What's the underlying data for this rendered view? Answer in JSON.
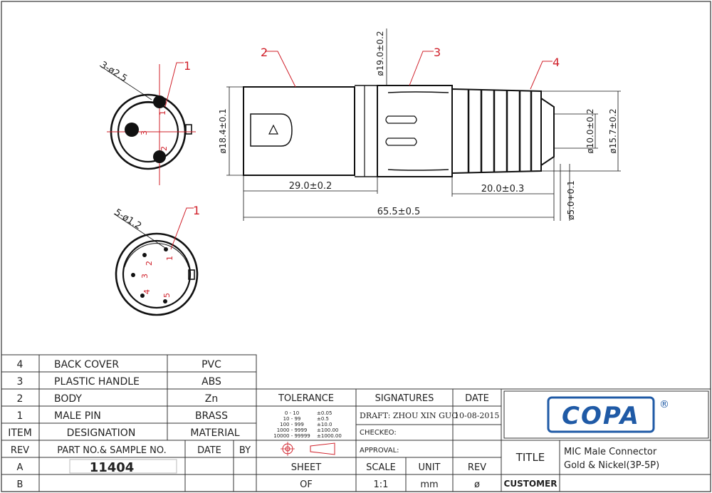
{
  "views": {
    "front_3p": {
      "pin_dia_label": "3-ø2.5",
      "callout": "1",
      "pin_labels": [
        "1",
        "2",
        "3"
      ]
    },
    "front_5p": {
      "pin_dia_label": "5-ø1.2",
      "callout": "1",
      "pin_labels": [
        "1",
        "2",
        "3",
        "4",
        "5"
      ]
    },
    "side": {
      "callouts": [
        "2",
        "3",
        "4"
      ],
      "dims": {
        "body_dia": "ø18.4±0.1",
        "handle_dia": "ø19.0±0.2",
        "cover_inner_dia": "ø10.0±0.2",
        "cover_outer_dia": "ø15.7±0.2",
        "body_len": "29.0±0.2",
        "cover_len": "20.0±0.3",
        "total_len": "65.5±0.5",
        "cable_dia": "ø5.0+0.1"
      }
    }
  },
  "bom": [
    {
      "item": "4",
      "designation": "BACK COVER",
      "material": "PVC"
    },
    {
      "item": "3",
      "designation": "PLASTIC HANDLE",
      "material": "ABS"
    },
    {
      "item": "2",
      "designation": "BODY",
      "material": "Zn"
    },
    {
      "item": "1",
      "designation": "MALE PIN",
      "material": "BRASS"
    }
  ],
  "bom_header": {
    "item": "ITEM",
    "designation": "DESIGNATION",
    "material": "MATERIAL"
  },
  "rev_header": {
    "rev": "REV",
    "part": "PART NO.& SAMPLE NO.",
    "date": "DATE",
    "by": "BY"
  },
  "rev_row": {
    "rev": "A",
    "part": "11404"
  },
  "rev_row_b": {
    "rev": "B"
  },
  "tolerance": {
    "title": "TOLERANCE",
    "rows": [
      {
        "range": "0 - 10",
        "tol": "±0.05"
      },
      {
        "range": "10 - 99",
        "tol": "±0.5"
      },
      {
        "range": "100 - 999",
        "tol": "±10.0"
      },
      {
        "range": "1000 - 9999",
        "tol": "±100.00"
      },
      {
        "range": "10000 - 99999",
        "tol": "±1000.00"
      }
    ]
  },
  "signatures": {
    "title": "SIGNATURES",
    "date_title": "DATE",
    "draft": "DRAFT: ZHOU XIN GUO",
    "draft_date": "10-08-2015",
    "checked": "CHECKEO:",
    "approval": "APPROVAL:"
  },
  "sheet": {
    "label": "SHEET",
    "value": "OF"
  },
  "scale": {
    "label": "SCALE",
    "value": "1:1"
  },
  "unit": {
    "label": "UNIT",
    "value": "mm"
  },
  "rev": {
    "label": "REV",
    "value": "ø"
  },
  "title_block": {
    "logo": "COPA",
    "registered": "®",
    "title_label": "TITLE",
    "title_line1": "MIC Male Connector",
    "title_line2": "Gold & Nickel(3P-5P)",
    "customer_label": "CUSTOMER"
  }
}
